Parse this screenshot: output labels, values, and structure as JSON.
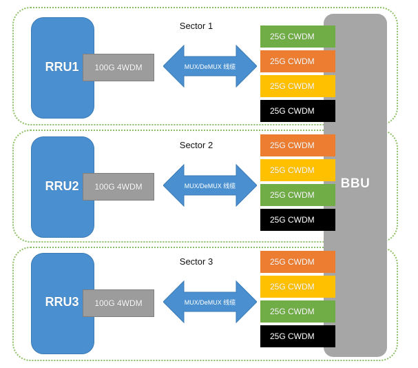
{
  "diagram": {
    "bbu": {
      "label": "BBU",
      "color": "#A6A6A6"
    },
    "colors": {
      "green": "#70AD47",
      "orange": "#ED7D31",
      "yellow": "#FFC000",
      "black": "#000000",
      "rru_blue": "#4A90D0",
      "module_gray": "#9C9C9C",
      "arrow_blue": "#4A90D0",
      "frame_green": "#8CBF63"
    },
    "sectors": [
      {
        "caption": "Sector 1",
        "rru_label": "RRU1",
        "module_label": "100G 4WDM",
        "arrow_label": "MUX/DeMUX 线缆",
        "channels": [
          {
            "label": "25G CWDM",
            "color": "#70AD47"
          },
          {
            "label": "25G CWDM",
            "color": "#ED7D31"
          },
          {
            "label": "25G CWDM",
            "color": "#FFC000"
          },
          {
            "label": "25G CWDM",
            "color": "#000000"
          }
        ]
      },
      {
        "caption": "Sector 2",
        "rru_label": "RRU2",
        "module_label": "100G 4WDM",
        "arrow_label": "MUX/DeMUX 线缆",
        "channels": [
          {
            "label": "25G CWDM",
            "color": "#ED7D31"
          },
          {
            "label": "25G CWDM",
            "color": "#FFC000"
          },
          {
            "label": "25G CWDM",
            "color": "#70AD47"
          },
          {
            "label": "25G CWDM",
            "color": "#000000"
          }
        ]
      },
      {
        "caption": "Sector 3",
        "rru_label": "RRU3",
        "module_label": "100G 4WDM",
        "arrow_label": "MUX/DeMUX 线缆",
        "channels": [
          {
            "label": "25G CWDM",
            "color": "#ED7D31"
          },
          {
            "label": "25G CWDM",
            "color": "#FFC000"
          },
          {
            "label": "25G CWDM",
            "color": "#70AD47"
          },
          {
            "label": "25G CWDM",
            "color": "#000000"
          }
        ]
      }
    ]
  }
}
